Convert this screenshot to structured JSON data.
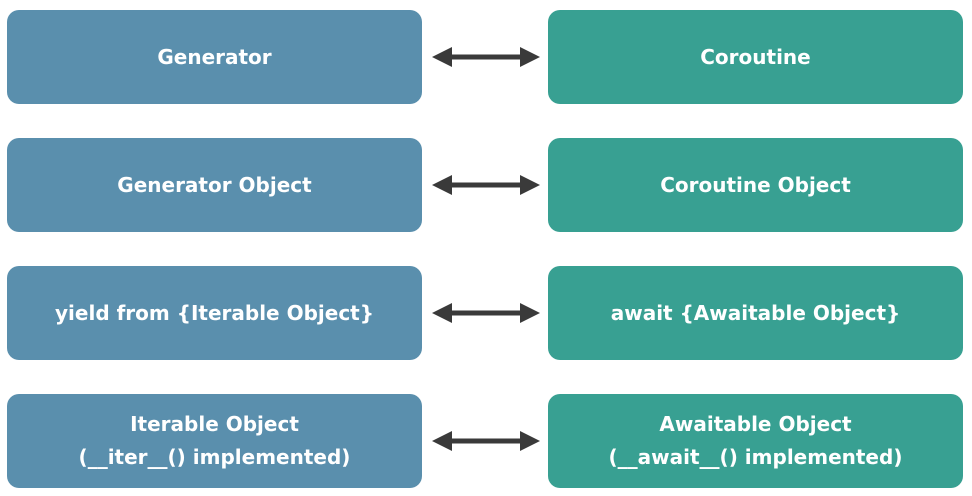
{
  "colors": {
    "generator_side": "#5a8fad",
    "coroutine_side": "#38a092",
    "arrow": "#3a3a3a",
    "text": "#ffffff"
  },
  "rows": [
    {
      "left": "Generator",
      "right": "Coroutine"
    },
    {
      "left": "Generator Object",
      "right": "Coroutine Object"
    },
    {
      "left": "yield from {Iterable Object}",
      "right": "await {Awaitable Object}"
    },
    {
      "left": "Iterable Object\n(__iter__() implemented)",
      "right": "Awaitable Object\n(__await__() implemented)"
    }
  ]
}
